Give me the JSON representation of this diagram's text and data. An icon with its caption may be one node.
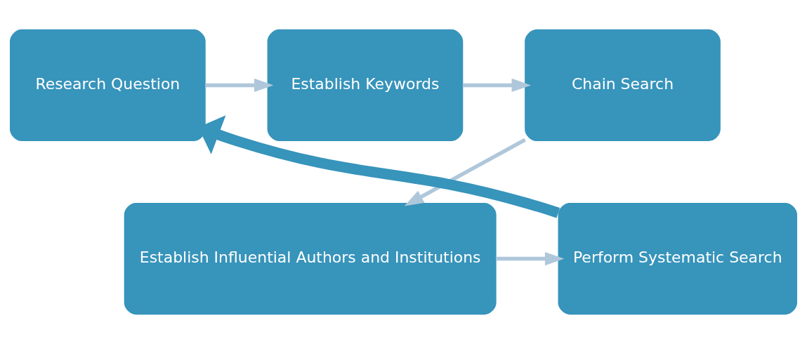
{
  "diagram": {
    "nodes": [
      {
        "text": [
          "Research Question"
        ]
      },
      {
        "text": [
          "Establish Keywords"
        ]
      },
      {
        "text": [
          "Chain Search"
        ]
      },
      {
        "text": [
          "Establish Influential Authors and Institutions"
        ]
      },
      {
        "text": [
          "Perform Systematic Search"
        ]
      }
    ],
    "edges": [
      {
        "from": 0,
        "to": 1,
        "arrow": "to"
      },
      {
        "from": 1,
        "to": 2,
        "arrow": "to"
      },
      {
        "from": 2,
        "to": 3,
        "arrow": "to"
      },
      {
        "from": 3,
        "to": 4,
        "arrow": "to"
      },
      {
        "from": 4,
        "to": 0,
        "arrow": "to",
        "style": "thick",
        "color": "#3794bb"
      }
    ]
  }
}
